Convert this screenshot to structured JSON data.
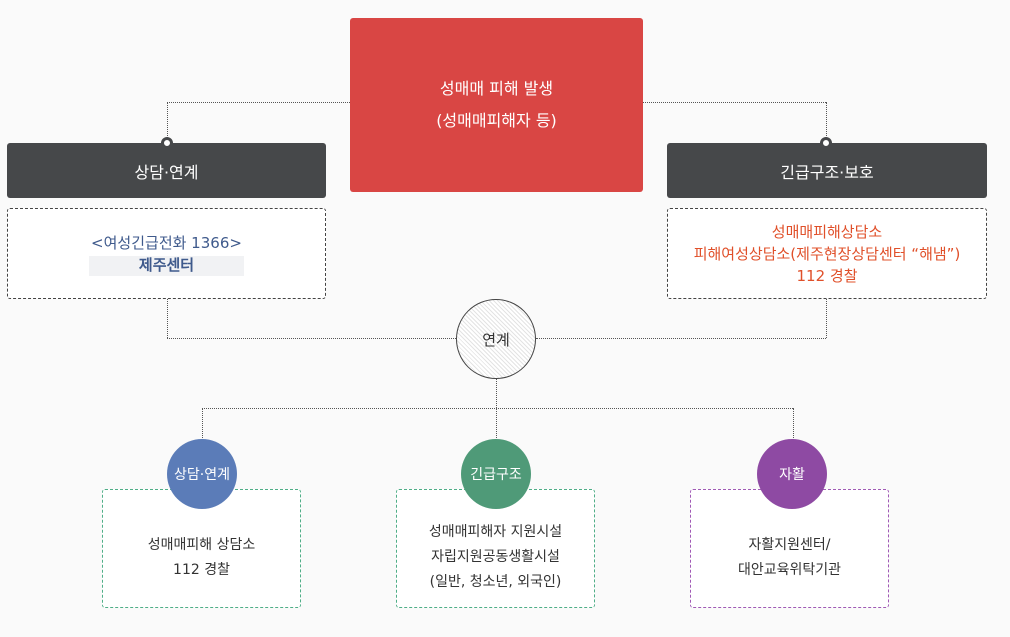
{
  "top": {
    "line1": "성매매 피해 발생",
    "line2": "(성매매피해자 등)"
  },
  "left": {
    "title": "상담·연계",
    "lines": [
      "<여성긴급전화 1366>",
      "제주센터"
    ]
  },
  "right": {
    "title": "긴급구조·보호",
    "lines": [
      "성매매피해상담소",
      "피해여성상담소(제주현장상담센터 “해냄”)",
      "112 경찰"
    ]
  },
  "hub": {
    "label": "연계"
  },
  "bottom": [
    {
      "circle": "상담·연계",
      "lines": [
        "성매매피해 상담소",
        "112 경찰"
      ]
    },
    {
      "circle": "긴급구조",
      "lines": [
        "성매매피해자 지원시설",
        "자립지원공동생활시설",
        "(일반, 청소년, 외국인)"
      ]
    },
    {
      "circle": "자활",
      "lines": [
        "자활지원센터/",
        "대안교육위탁기관"
      ]
    }
  ],
  "colors": {
    "top_box": "#d94644",
    "dark_bar": "#46484a",
    "left_text": "#3f5a8c",
    "right_text": "#e0502a",
    "circle_blue": "#5b7cb8",
    "circle_green": "#4f9a78",
    "circle_purple": "#8e4aa3"
  }
}
